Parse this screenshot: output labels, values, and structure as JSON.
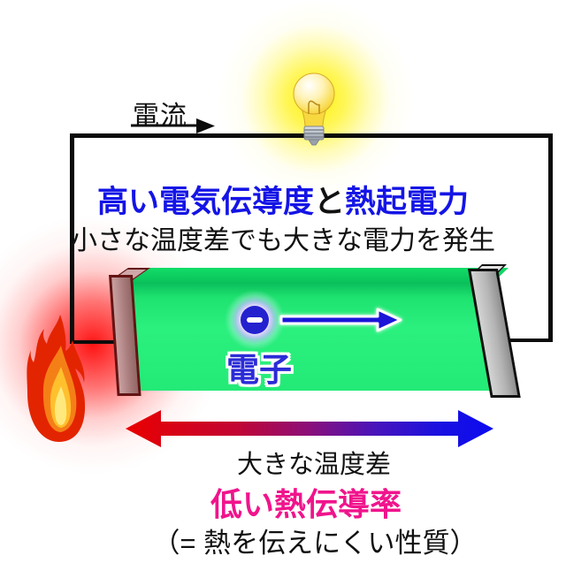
{
  "figure": {
    "texts": {
      "current_label": "電流",
      "heading_blue_1": "高い電気伝導度",
      "heading_black": "と",
      "heading_blue_2": "熱起電力",
      "subheading": "小さな温度差でも大きな電力を発生",
      "electron_label": "電子",
      "temp_diff_label": "大きな温度差",
      "low_thermal_label": "低い熱伝導率",
      "low_thermal_sub": "（= 熱を伝えにくい性質）"
    },
    "colors": {
      "heading_blue": "#1414e6",
      "low_thermal_pink": "#f0148c",
      "electron_blue": "#2421cf",
      "arrow_blue": "#1b15d8",
      "bar_front_green": "#2bf07e",
      "bar_top_green": "#0ccd5f",
      "hot_red": "#e90000",
      "cold_blue": "#0b0bf0",
      "glow_yellow": "#fff200",
      "glow_red": "#ff0000",
      "electrode_right_gray": "#b5b5b5",
      "electrode_left_mauve": "#a87b7b",
      "wire_black": "#0b0b0b"
    },
    "icons": {
      "light_bulb": "light-bulb-icon",
      "flame": "flame-icon",
      "electron": "electron-icon",
      "current_arrow": "current-arrow-icon",
      "electron_arrow": "electron-arrow-icon",
      "temperature_gradient_arrow": "temperature-gradient-arrow-icon"
    }
  }
}
